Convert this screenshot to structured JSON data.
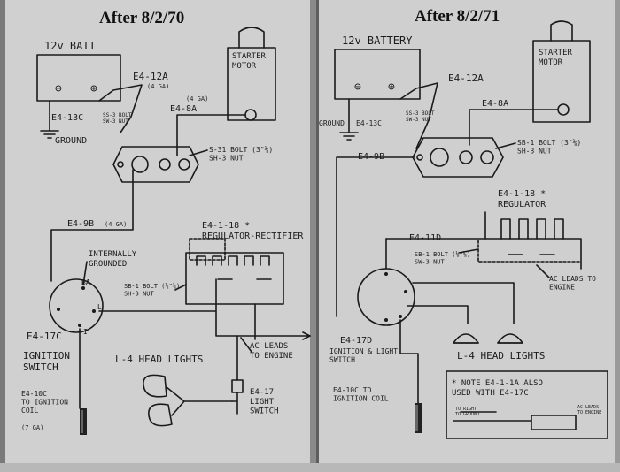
{
  "left": {
    "title": "After 8/2/70",
    "battery": "12v BATT",
    "battery_neg": "⊖",
    "battery_pos": "⊕",
    "wire_e4_12a": "E4-12A",
    "wire_e4_12a_note": "(4 GA)",
    "wire_e4_13c": "E4-13C",
    "ground": "GROUND",
    "battery_hw": "SS-3 BOLT\nSW-3 NUT",
    "starter_motor": "STARTER\nMOTOR",
    "wire_e4_8a": "E4-8A",
    "wire_e4_8a_note": "(4 GA)",
    "solenoid_hw": "S-31 BOLT (3\"⅛)\nSH-3 NUT",
    "wire_e4_9b": "E4-9B",
    "wire_e4_9b_note": "(4 GA)",
    "regulator": "E4-1-18 *\nREGULATOR-RECTIFIER",
    "internally_grounded": "INTERNALLY\nGROUNDED",
    "switch_terminal_ba": "BA",
    "switch_terminal_l": "L",
    "switch_terminal_i": "I",
    "reg_hw": "SB-1 BOLT (⅛\"⅛)\nSH-3 NUT",
    "wire_e4_17c": "E4-17C",
    "ignition_switch": "IGNITION\nSWITCH",
    "headlights": "L-4 HEAD LIGHTS",
    "ac_leads": "AC LEADS\nTO ENGINE",
    "light_switch": "E4-17\nLIGHT\nSWITCH",
    "ignition_coil": "E4-10C\nTO IGNITION\nCOIL",
    "coil_note": "(7 GA)"
  },
  "right": {
    "title": "After 8/2/71",
    "battery": "12v BATTERY",
    "battery_neg": "⊖",
    "battery_pos": "⊕",
    "wire_e4_12a": "E4-12A",
    "ground": "GROUND",
    "wire_e4_13c": "E4-13C",
    "battery_hw": "SS-3 BOLT\nSW-3 NUT",
    "starter_motor": "STARTER\nMOTOR",
    "wire_e4_8a": "E4-8A",
    "wire_e4_9b": "E4-9B",
    "solenoid_hw": "SB-1 BOLT (3\"⅛)\nSH-3 NUT",
    "regulator": "E4-1-18 *\nREGULATOR",
    "wire_e4_11d": "E4-11D",
    "reg_hw": "SB-1 BOLT (⅛\"⅛)\nSW-3 NUT",
    "ac_leads": "AC LEADS TO\nENGINE",
    "wire_e4_17d": "E4-17D",
    "ignition_light_switch": "IGNITION & LIGHT\nSWITCH",
    "headlights": "L-4   HEAD LIGHTS",
    "ignition_coil": "E4-10C  TO\nIGNITION COIL",
    "note": "* NOTE  E4-1-1A ALSO\nUSED WITH E4-17C",
    "note_small_left": "TO RIGHT\nTO GROUND",
    "note_small_right": "AC LEADS\nTO ENGINE"
  }
}
